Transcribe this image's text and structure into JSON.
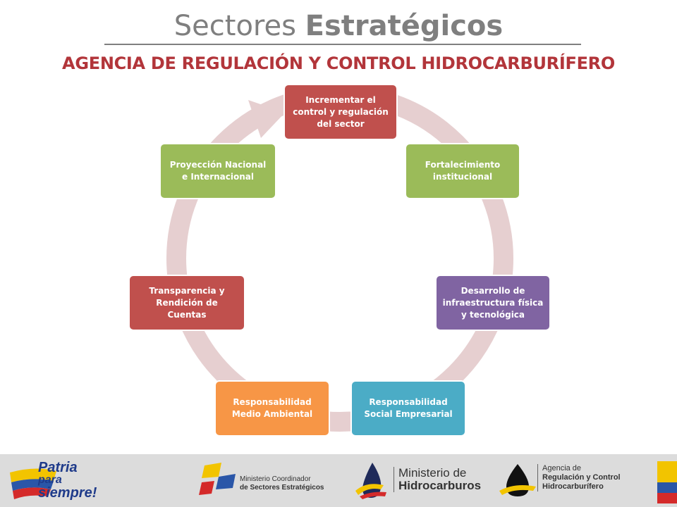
{
  "header": {
    "title_light": "Sectores ",
    "title_bold": "Estratégicos",
    "subtitle": "AGENCIA DE REGULACIÓN Y CONTROL HIDROCARBURÍFERO"
  },
  "cycle": {
    "nodes": [
      {
        "label": "Incrementar el control y regulación del sector",
        "color": "#c0504d"
      },
      {
        "label": "Fortalecimiento institucional",
        "color": "#9bbb59"
      },
      {
        "label": "Desarrollo de infraestructura física y tecnológica",
        "color": "#8064a2"
      },
      {
        "label": "Responsabilidad Social Empresarial",
        "color": "#4bacc6"
      },
      {
        "label": "Responsabilidad Medio Ambiental",
        "color": "#f79646"
      },
      {
        "label": "Transparencia y Rendición de Cuentas",
        "color": "#c0504d"
      },
      {
        "label": "Proyección Nacional e Internacional",
        "color": "#9bbb59"
      }
    ],
    "ring_color": "#e6cfd0"
  },
  "footer": {
    "patria": [
      "Patria",
      "para",
      "siempre!"
    ],
    "coordinador": [
      "Ministerio Coordinador",
      "de Sectores Estratégicos"
    ],
    "hidrocarburos": [
      "Ministerio de",
      "Hidrocarburos"
    ],
    "agencia": [
      "Agencia de",
      "Regulación y Control",
      "Hidrocarburífero"
    ]
  }
}
